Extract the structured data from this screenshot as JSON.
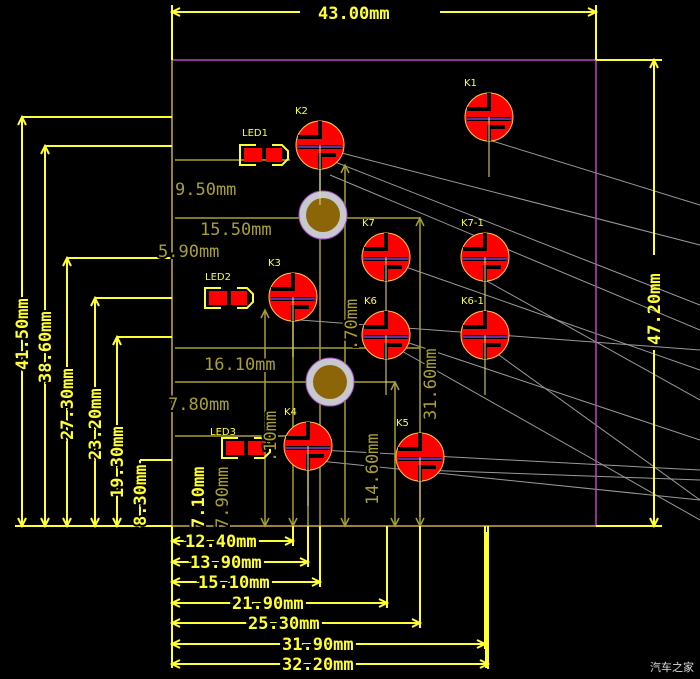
{
  "dimensions": {
    "top_width": "43.00mm",
    "right_height": "47.20mm",
    "left": [
      "41.50mm",
      "38.60mm",
      "27.30mm",
      "23.20mm",
      "19.30mm",
      "8.30mm"
    ],
    "bottom": [
      "12.40mm",
      "13.90mm",
      "15.10mm",
      "21.90mm",
      "25.30mm",
      "31.90mm",
      "32.20mm"
    ],
    "inner": [
      "9.50mm",
      "15.50mm",
      "5.90mm",
      "16.10mm",
      "7.80mm"
    ],
    "inner_vertical": [
      ".70mm",
      "31.60mm",
      ".10mm",
      "14.60mm",
      "7.90mm",
      "7.10mm"
    ]
  },
  "pads": [
    "K1",
    "K2",
    "K7",
    "K7-1",
    "K3",
    "K6",
    "K6-1",
    "K4",
    "K5"
  ],
  "leds": [
    "LED1",
    "LED2",
    "LED3"
  ],
  "colors": {
    "board_outline": "#c040c0",
    "dimension": "#ffff33",
    "dimension_dim": "#a8a030",
    "pad": "#ff0000",
    "hole": "#8b6508",
    "ratsnest": "#9a9a9a"
  },
  "watermark": "汽车之家"
}
